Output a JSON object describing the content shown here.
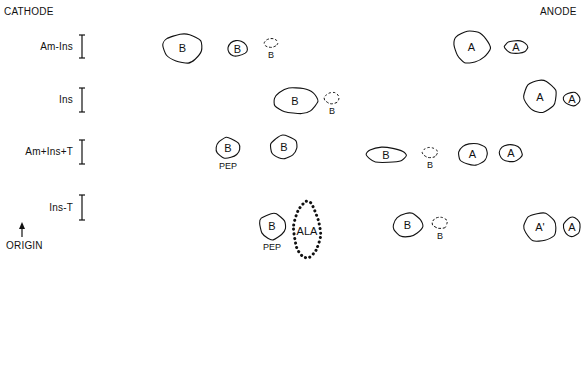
{
  "diagram": {
    "nodes": [
      {
        "text": [
          "B"
        ]
      },
      {
        "text": [
          "B"
        ]
      },
      {
        "text": [
          "B"
        ]
      },
      {
        "text": [
          "A"
        ]
      },
      {
        "text": [
          "A"
        ]
      },
      {
        "text": [
          "B"
        ]
      },
      {
        "text": [
          "B"
        ]
      },
      {
        "text": [
          "A"
        ]
      },
      {
        "text": [
          "A"
        ]
      },
      {
        "text": [
          "B",
          "PEP"
        ]
      },
      {
        "text": [
          "B"
        ]
      },
      {
        "text": [
          "B"
        ]
      },
      {
        "text": [
          "B"
        ]
      },
      {
        "text": [
          "A"
        ]
      },
      {
        "text": [
          "A"
        ]
      },
      {
        "text": [
          "B",
          "PEP"
        ]
      },
      {
        "text": [
          "ALA"
        ]
      },
      {
        "text": [
          "B"
        ]
      },
      {
        "text": [
          "B"
        ]
      },
      {
        "text": [
          "A'"
        ]
      },
      {
        "text": [
          "A"
        ]
      }
    ],
    "labels": [
      "CATHODE",
      "ANODE",
      "Am-Ins",
      "Ins",
      "Am+Ins+T",
      "Ins-T",
      "ORIGIN"
    ]
  }
}
